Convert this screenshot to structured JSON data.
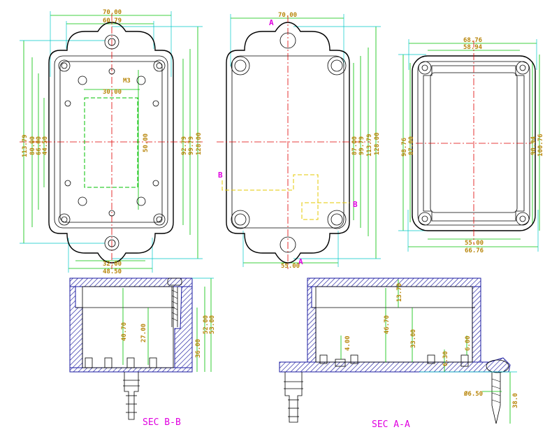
{
  "views": {
    "front": {
      "dims_top": [
        "70.00",
        "60.79",
        "30.00"
      ],
      "dims_bottom": [
        "32.00",
        "48.50"
      ],
      "dims_left": [
        "113.79",
        "80.00",
        "66.00",
        "44.50"
      ],
      "dims_right": [
        "92.79",
        "99.79",
        "128.00"
      ],
      "dim_center": "50.00",
      "thread_label": "M3"
    },
    "back": {
      "dims_top": [
        "70.00"
      ],
      "dims_bottom": [
        "55.00"
      ],
      "dims_right": [
        "87.00",
        "99.79",
        "113.79",
        "128.00"
      ],
      "marker_a": "A",
      "marker_b": "B"
    },
    "lid": {
      "dims_top": [
        "68.76",
        "58.94"
      ],
      "dims_bottom": [
        "55.00",
        "66.76"
      ],
      "dims_left": [
        "98.76",
        "87.00"
      ],
      "dims_right": [
        "90.94",
        "100.76"
      ]
    },
    "sec_bb": {
      "title": "SEC B-B",
      "dims": [
        "40.70",
        "27.00",
        "36.00",
        "52.00",
        "53.00"
      ]
    },
    "sec_aa": {
      "title": "SEC A-A",
      "dims": [
        "13.70",
        "46.70",
        "33.00",
        "4.00",
        "6.30",
        "6.00",
        "Ø6.50",
        "38.0"
      ]
    }
  }
}
